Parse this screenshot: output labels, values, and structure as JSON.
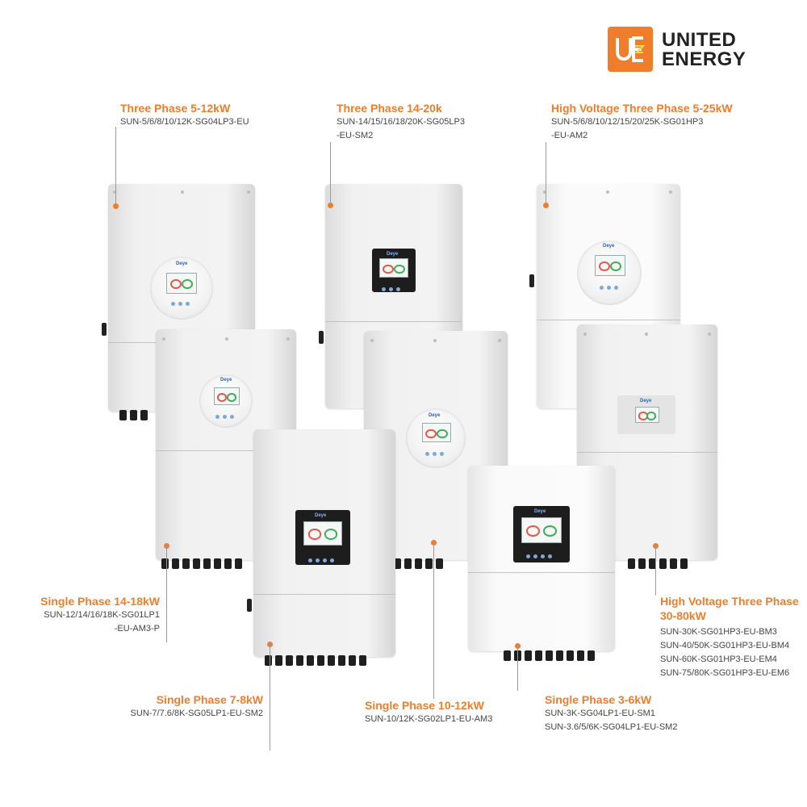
{
  "brand": {
    "mark": "UE",
    "name_line1": "UNITED",
    "name_line2": "ENERGY",
    "accent_color": "#ef7d2b"
  },
  "products": [
    {
      "id": "tp-5-12",
      "title": "Three Phase 5-12kW",
      "codes": [
        "SUN-5/6/8/10/12K-SG04LP3-EU"
      ]
    },
    {
      "id": "tp-14-20",
      "title": "Three Phase 14-20k",
      "codes": [
        "SUN-14/15/16/18/20K-SG05LP3",
        "-EU-SM2"
      ]
    },
    {
      "id": "hv-tp-5-25",
      "title": "High Voltage Three Phase 5-25kW",
      "codes": [
        "SUN-5/6/8/10/12/15/20/25K-SG01HP3",
        "-EU-AM2"
      ]
    },
    {
      "id": "sp-14-18",
      "title": "Single Phase 14-18kW",
      "codes": [
        "SUN-12/14/16/18K-SG01LP1",
        "-EU-AM3-P"
      ]
    },
    {
      "id": "hv-tp-30-80",
      "title": "High Voltage Three Phase 30-80kW",
      "codes": [
        "SUN-30K-SG01HP3-EU-BM3",
        "SUN-40/50K-SG01HP3-EU-BM4",
        "SUN-60K-SG01HP3-EU-EM4",
        "SUN-75/80K-SG01HP3-EU-EM6"
      ]
    },
    {
      "id": "sp-7-8",
      "title": "Single Phase 7-8kW",
      "codes": [
        "SUN-7/7.6/8K-SG05LP1-EU-SM2"
      ]
    },
    {
      "id": "sp-10-12",
      "title": "Single Phase 10-12kW",
      "codes": [
        "SUN-10/12K-SG02LP1-EU-AM3"
      ]
    },
    {
      "id": "sp-3-6",
      "title": "Single Phase 3-6kW",
      "codes": [
        "SUN-3K-SG04LP1-EU-SM1",
        "SUN-3.6/5/6K-SG04LP1-EU-SM2"
      ]
    }
  ],
  "device_brand": "Deye"
}
